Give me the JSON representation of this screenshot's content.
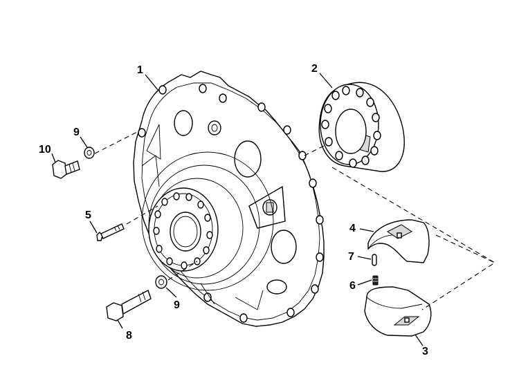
{
  "callouts": {
    "c1": "1",
    "c2": "2",
    "c3": "3",
    "c4": "4",
    "c5": "5",
    "c6": "6",
    "c7": "7",
    "c8": "8",
    "c9a": "9",
    "c9b": "9",
    "c10": "10"
  }
}
